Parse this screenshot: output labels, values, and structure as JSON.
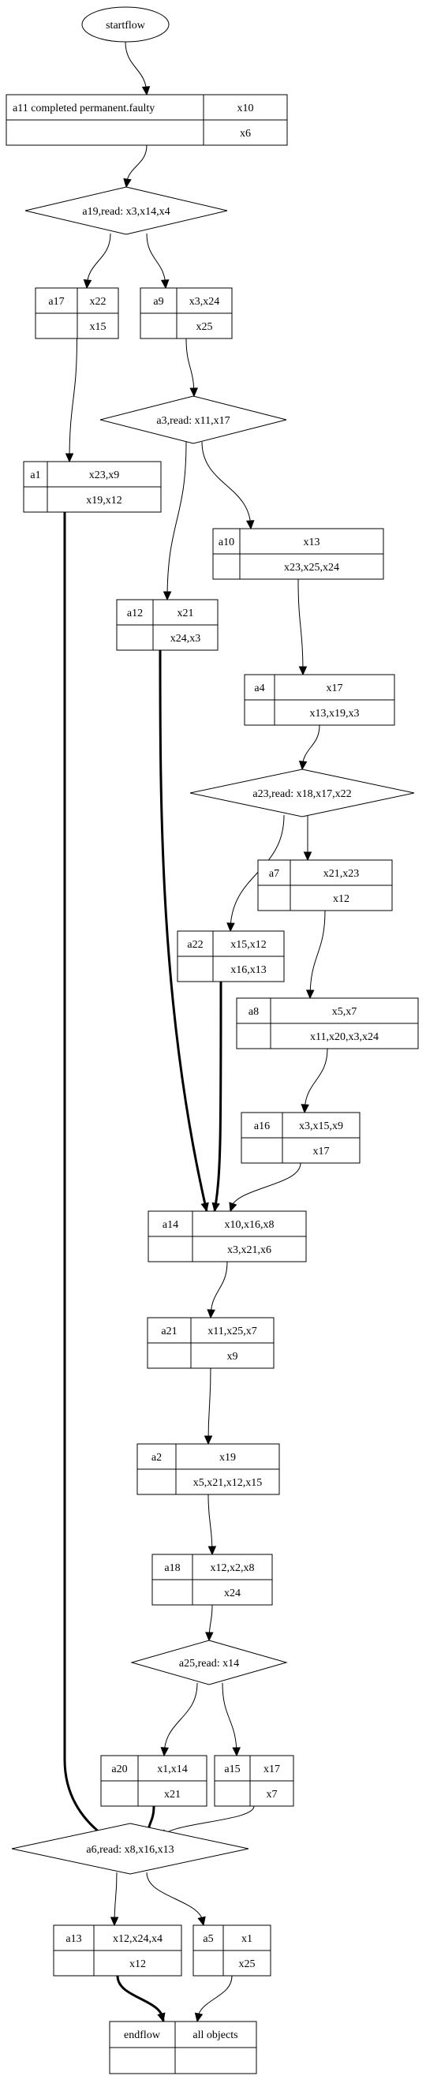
{
  "start_node": "startflow",
  "actions": [
    {
      "id": "a11",
      "label": "a11 completed permanent.faulty",
      "outputs": "x10",
      "inputs": "x6"
    },
    {
      "id": "a17",
      "label": "a17",
      "outputs": "x22",
      "inputs": "x15"
    },
    {
      "id": "a9",
      "label": "a9",
      "outputs": "x3,x24",
      "inputs": "x25"
    },
    {
      "id": "a1",
      "label": "a1",
      "outputs": "x23,x9",
      "inputs": "x19,x12"
    },
    {
      "id": "a10",
      "label": "a10",
      "outputs": "x13",
      "inputs": "x23,x25,x24"
    },
    {
      "id": "a12",
      "label": "a12",
      "outputs": "x21",
      "inputs": "x24,x3"
    },
    {
      "id": "a4",
      "label": "a4",
      "outputs": "x17",
      "inputs": "x13,x19,x3"
    },
    {
      "id": "a7",
      "label": "a7",
      "outputs": "x21,x23",
      "inputs": "x12"
    },
    {
      "id": "a22",
      "label": "a22",
      "outputs": "x15,x12",
      "inputs": "x16,x13"
    },
    {
      "id": "a8",
      "label": "a8",
      "outputs": "x5,x7",
      "inputs": "x11,x20,x3,x24"
    },
    {
      "id": "a16",
      "label": "a16",
      "outputs": "x3,x15,x9",
      "inputs": "x17"
    },
    {
      "id": "a14",
      "label": "a14",
      "outputs": "x10,x16,x8",
      "inputs": "x3,x21,x6"
    },
    {
      "id": "a21",
      "label": "a21",
      "outputs": "x11,x25,x7",
      "inputs": "x9"
    },
    {
      "id": "a2",
      "label": "a2",
      "outputs": "x19",
      "inputs": "x5,x21,x12,x15"
    },
    {
      "id": "a18",
      "label": "a18",
      "outputs": "x12,x2,x8",
      "inputs": "x24"
    },
    {
      "id": "a20",
      "label": "a20",
      "outputs": "x1,x14",
      "inputs": "x21"
    },
    {
      "id": "a15",
      "label": "a15",
      "outputs": "x17",
      "inputs": "x7"
    },
    {
      "id": "a13",
      "label": "a13",
      "outputs": "x12,x24,x4",
      "inputs": "x12"
    },
    {
      "id": "a5",
      "label": "a5",
      "outputs": "x1",
      "inputs": "x25"
    }
  ],
  "decisions": [
    {
      "id": "a19",
      "label": "a19,read: x3,x14,x4"
    },
    {
      "id": "a3",
      "label": "a3,read: x11,x17"
    },
    {
      "id": "a23",
      "label": "a23,read: x18,x17,x22"
    },
    {
      "id": "a25",
      "label": "a25,read: x14"
    },
    {
      "id": "a6",
      "label": "a6,read: x8,x16,x13"
    }
  ],
  "end_node": {
    "label": "endflow",
    "note": "all objects"
  },
  "edges": [
    {
      "from": "start",
      "to": "a11",
      "bold": false
    },
    {
      "from": "a11",
      "to": "a19",
      "bold": false
    },
    {
      "from": "a19",
      "to": "a17",
      "bold": false
    },
    {
      "from": "a19",
      "to": "a9",
      "bold": false
    },
    {
      "from": "a17",
      "to": "a1",
      "bold": false
    },
    {
      "from": "a9",
      "to": "a3",
      "bold": false
    },
    {
      "from": "a3",
      "to": "a12",
      "bold": false
    },
    {
      "from": "a3",
      "to": "a10",
      "bold": false
    },
    {
      "from": "a10",
      "to": "a4",
      "bold": false
    },
    {
      "from": "a4",
      "to": "a23",
      "bold": false
    },
    {
      "from": "a23",
      "to": "a22",
      "bold": false
    },
    {
      "from": "a23",
      "to": "a7",
      "bold": false
    },
    {
      "from": "a7",
      "to": "a8",
      "bold": false
    },
    {
      "from": "a8",
      "to": "a16",
      "bold": false
    },
    {
      "from": "a12",
      "to": "a14",
      "bold": true
    },
    {
      "from": "a22",
      "to": "a14",
      "bold": true
    },
    {
      "from": "a16",
      "to": "a14",
      "bold": false
    },
    {
      "from": "a14",
      "to": "a21",
      "bold": false
    },
    {
      "from": "a21",
      "to": "a2",
      "bold": false
    },
    {
      "from": "a2",
      "to": "a18",
      "bold": false
    },
    {
      "from": "a18",
      "to": "a25",
      "bold": false
    },
    {
      "from": "a25",
      "to": "a20",
      "bold": false
    },
    {
      "from": "a25",
      "to": "a15",
      "bold": false
    },
    {
      "from": "a1",
      "to": "a6",
      "bold": true
    },
    {
      "from": "a20",
      "to": "a6",
      "bold": true
    },
    {
      "from": "a15",
      "to": "a6",
      "bold": false
    },
    {
      "from": "a6",
      "to": "a13",
      "bold": false
    },
    {
      "from": "a6",
      "to": "a5",
      "bold": false
    },
    {
      "from": "a13",
      "to": "end",
      "bold": true
    },
    {
      "from": "a5",
      "to": "end",
      "bold": false
    }
  ]
}
